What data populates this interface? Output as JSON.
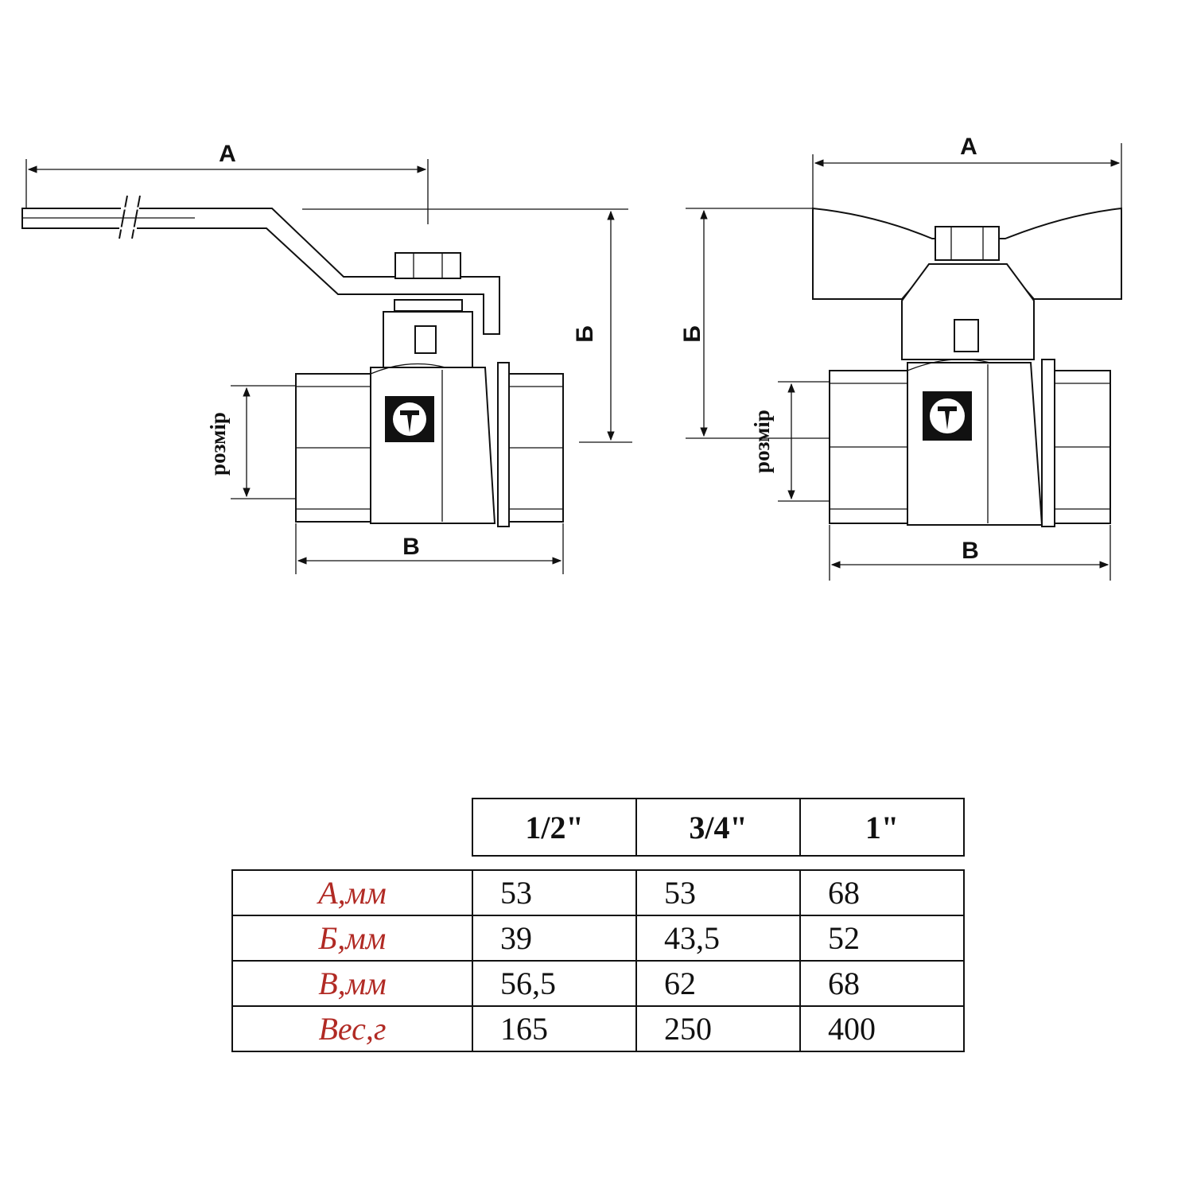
{
  "diagram": {
    "left_valve": {
      "label_a": "A",
      "label_b_cyr": "Б",
      "label_v": "B",
      "label_size": "розмір"
    },
    "right_valve": {
      "label_a": "A",
      "label_b_cyr": "Б",
      "label_v": "B",
      "label_size": "розмір"
    }
  },
  "table": {
    "columns": [
      "1/2\"",
      "3/4\"",
      "1\""
    ],
    "rows": [
      {
        "label": "А,мм",
        "values": [
          "53",
          "53",
          "68"
        ]
      },
      {
        "label": "Б,мм",
        "values": [
          "39",
          "43,5",
          "52"
        ]
      },
      {
        "label": "В,мм",
        "values": [
          "56,5",
          "62",
          "68"
        ]
      },
      {
        "label": "Вес,г",
        "values": [
          "165",
          "250",
          "400"
        ]
      }
    ]
  }
}
